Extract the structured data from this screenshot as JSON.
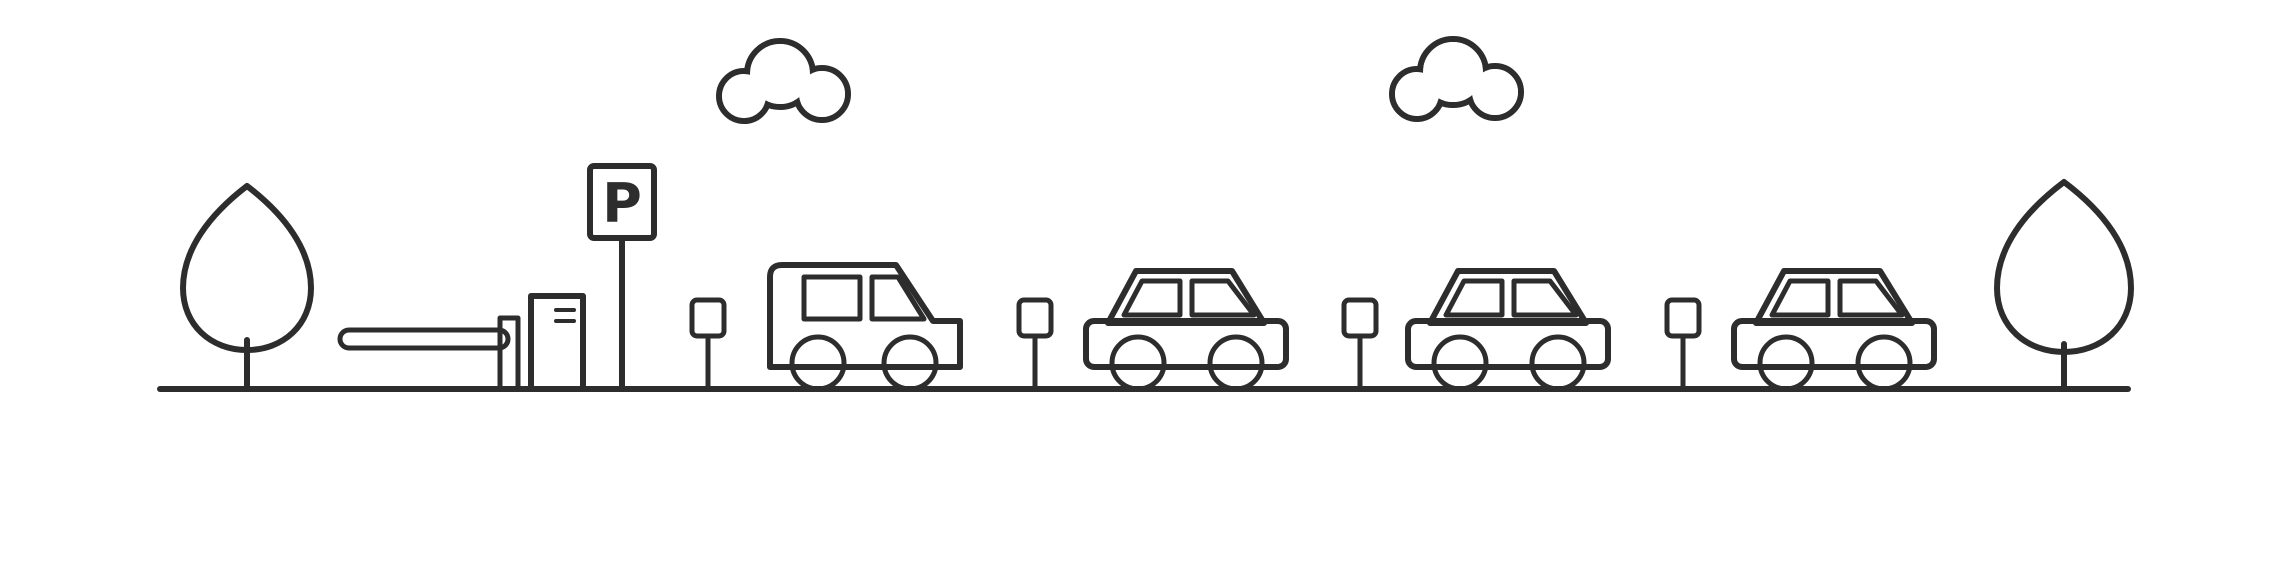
{
  "sign": {
    "label": "P",
    "plate_color": "#f9e400"
  },
  "colors": {
    "background": "#ffffff",
    "outline": "#2d2d2d",
    "ground": "#2d2d2d",
    "cloud_fill": "#ffffff",
    "window_fill": "#ffffff",
    "wheel_fill": "#1a1a1a",
    "barrier_arm": "#f9e400",
    "barrier_post": "#ffffff",
    "ticket_machine": "#f1e7cb",
    "meter_head": "#ffffff"
  },
  "trees": [
    {
      "name": "tree-left",
      "foliage": "#2ea32e"
    },
    {
      "name": "tree-right",
      "foliage": "#a5d021"
    }
  ],
  "cars": [
    {
      "name": "gray-minivan",
      "color": "#9c9c9c"
    },
    {
      "name": "orange-sedan",
      "color": "#f6860d"
    },
    {
      "name": "pink-sedan",
      "color": "#f79bc8"
    },
    {
      "name": "red-sedan",
      "color": "#ea1c24"
    }
  ]
}
